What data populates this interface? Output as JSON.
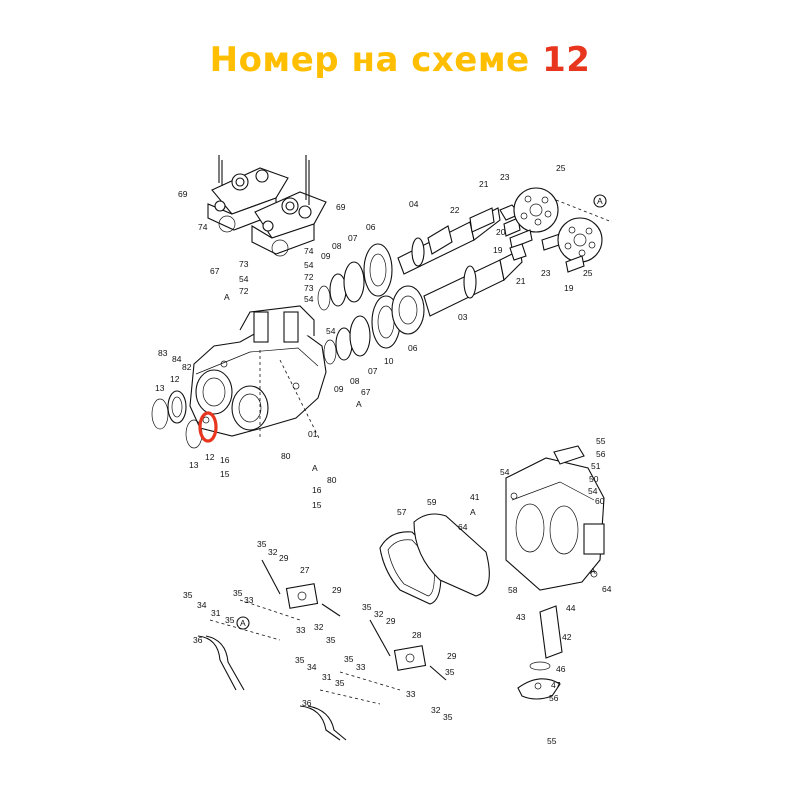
{
  "title": {
    "text": "Номер на схеме",
    "number": "12"
  },
  "colors": {
    "title": "#ffbf00",
    "number": "#e8361e",
    "highlight": "#e8361e",
    "lines": "#111111"
  },
  "highlighted_part": "12",
  "callouts": {
    "c69a": "69",
    "c69b": "69",
    "c74a": "74",
    "c74b": "74",
    "c73": "73",
    "c54a": "54",
    "c72a": "72",
    "c67a": "67",
    "cA1": "A",
    "c54b": "54",
    "c72b": "72",
    "c73b": "73",
    "c54c": "54",
    "c83": "83",
    "c84": "84",
    "c82": "82",
    "c13a": "13",
    "c12a": "12",
    "c13b": "13",
    "c12b": "12",
    "c16a": "16",
    "c15a": "15",
    "c80a": "80",
    "cA2": "A",
    "c80b": "80",
    "c16b": "16",
    "c15b": "15",
    "c01": "01",
    "c67b": "67",
    "cA3": "A",
    "c54d": "54",
    "c09a": "09",
    "c08a": "08",
    "c07a": "07",
    "c06a": "06",
    "c04": "04",
    "c22": "22",
    "c21a": "21",
    "c23a": "23",
    "c25a": "25",
    "cA4": "A",
    "c20": "20",
    "c19a": "19",
    "c09b": "09",
    "c08b": "08",
    "c07b": "07",
    "c10": "10",
    "c06b": "06",
    "c03": "03",
    "c21b": "21",
    "c23b": "23",
    "c25b": "25",
    "c19b": "19",
    "c55a": "55",
    "c56a": "56",
    "c51": "51",
    "c54e": "54",
    "c50": "50",
    "c54f": "54",
    "c60": "60",
    "c41": "41",
    "cA5": "A",
    "c64a": "64",
    "c59": "59",
    "c57": "57",
    "c58": "58",
    "cA6": "A",
    "c64b": "64",
    "c44": "44",
    "c43": "43",
    "c42": "42",
    "c46": "46",
    "c47": "47",
    "c56b": "56",
    "c55b": "55",
    "c35a": "35",
    "c32a": "32",
    "c29a": "29",
    "c27": "27",
    "c35b": "35",
    "c33a": "33",
    "c29b": "29",
    "c35c": "35",
    "c34a": "34",
    "c31a": "31",
    "cA7": "A",
    "c36a": "36",
    "c35d": "35",
    "c33b": "33",
    "c32b": "32",
    "c35e": "35",
    "c32c": "32",
    "c29c": "29",
    "c28": "28",
    "c35f": "35",
    "c33c": "33",
    "c35g": "35",
    "c34b": "34",
    "c31b": "31",
    "c35h": "35",
    "c36b": "36",
    "c35i": "35",
    "c33d": "33",
    "c29d": "29",
    "c35j": "35",
    "c32d": "32",
    "c35k": "35"
  }
}
